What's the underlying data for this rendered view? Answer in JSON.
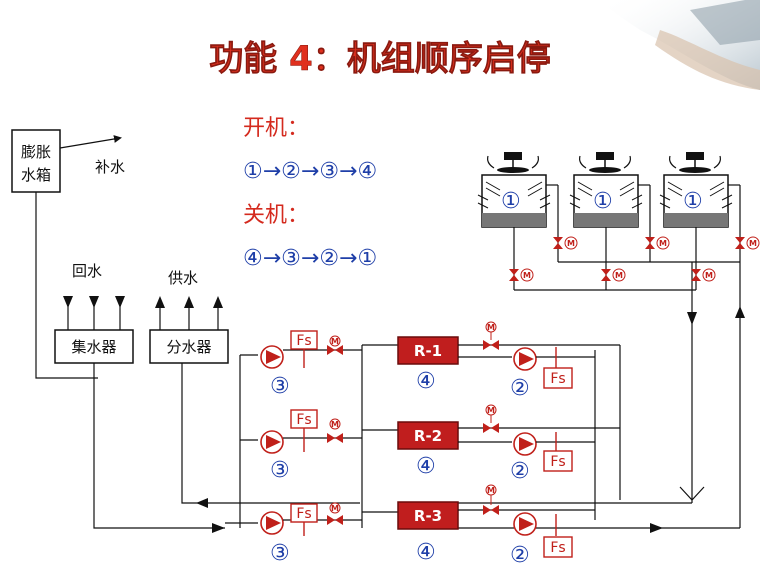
{
  "title": "功能 4：机组顺序启停",
  "startup": {
    "label": "开机：",
    "sequence": "①→②→③→④"
  },
  "shutdown": {
    "label": "关机：",
    "sequence": "④→③→②→①"
  },
  "expansion_tank": {
    "line1": "膨胀",
    "line2": "水箱"
  },
  "makeup_water": "补水",
  "return_water": "回水",
  "supply_water": "供水",
  "collector": "集水器",
  "distributor": "分水器",
  "chillers": [
    "R-1",
    "R-2",
    "R-3"
  ],
  "flow_switch": "Fs",
  "valve_mark": "M",
  "numbers": {
    "cooling_tower": "①",
    "condenser_pump": "②",
    "chilled_pump": "③",
    "chiller": "④"
  }
}
